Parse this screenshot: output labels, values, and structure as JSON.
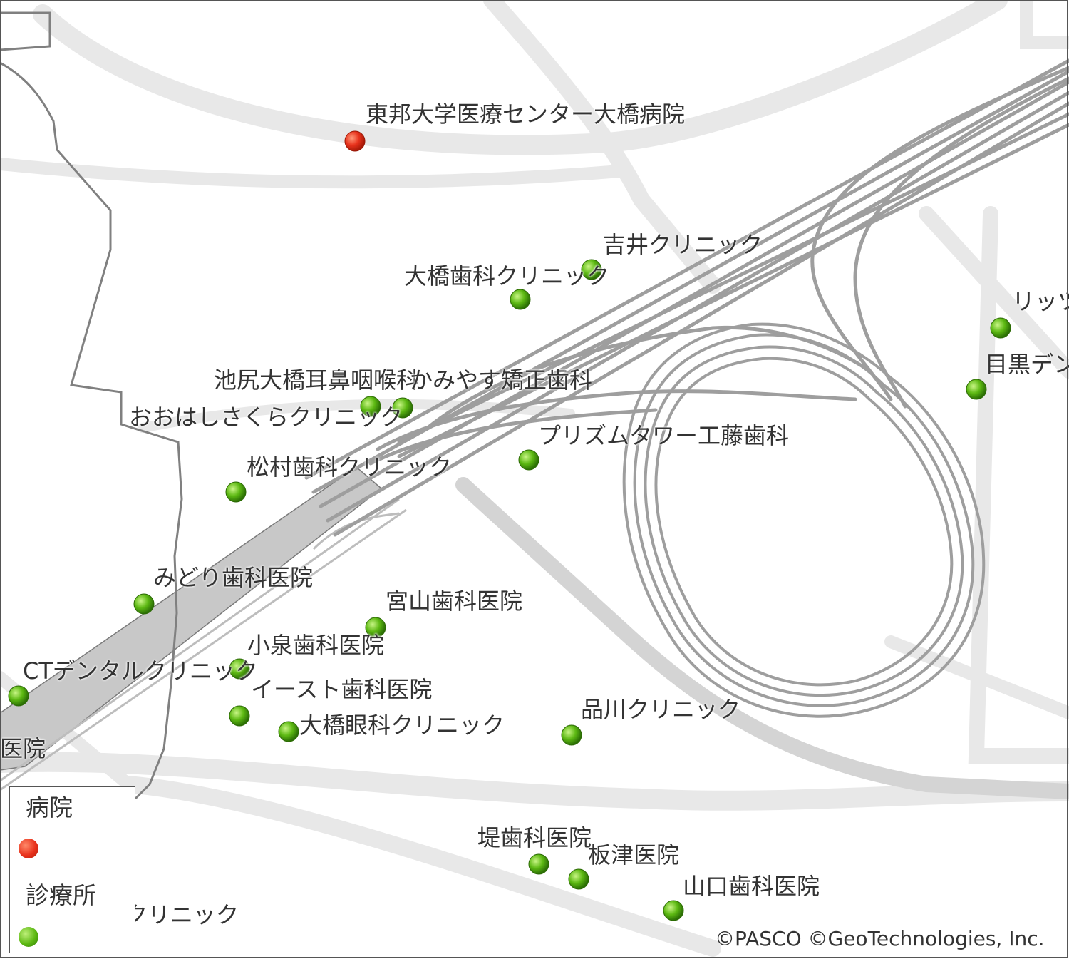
{
  "colors": {
    "hospital_marker": "#e8321c",
    "clinic_marker": "#5cb812",
    "road_light": "#e9e9e9",
    "road_mid": "#d6d6d6",
    "expressway": "#9e9e9e",
    "boundary": "#808080",
    "station_fill": "#c8c8c8",
    "label_text": "#333333"
  },
  "legend": {
    "hospital_label": "病院",
    "clinic_label": "診療所",
    "hospital_marker_icon": "red-circle",
    "clinic_marker_icon": "green-circle"
  },
  "attribution": "©PASCO ©GeoTechnologies, Inc.",
  "labels": {
    "toho": "東邦大学医療センター大橋病院",
    "yoshii": "吉井クリニック",
    "ohashi_dental": "大橋歯科クリニック",
    "rits_partial": "リッツ",
    "meguro_partial": "目黒デン",
    "ikejiri": "池尻大橋耳鼻咽喉科",
    "kamiyasu": "かみやす矯正歯科",
    "ohashi_sakura": "おおはしさくらクリニック",
    "prism": "プリズムタワー工藤歯科",
    "matsumura": "松村歯科クリニック",
    "midori": "みどり歯科医院",
    "miyayama": "宮山歯科医院",
    "koizumi": "小泉歯科医院",
    "ct_dental": "CTデンタルクリニック",
    "east": "イースト歯科医院",
    "ohashi_eye": "大橋眼科クリニック",
    "shinagawa": "品川クリニック",
    "tsutsumi": "堤歯科医院",
    "itazu": "板津医院",
    "yamaguchi": "山口歯科医院",
    "edge_left": "医院",
    "bottom_partial": "クリニック"
  }
}
